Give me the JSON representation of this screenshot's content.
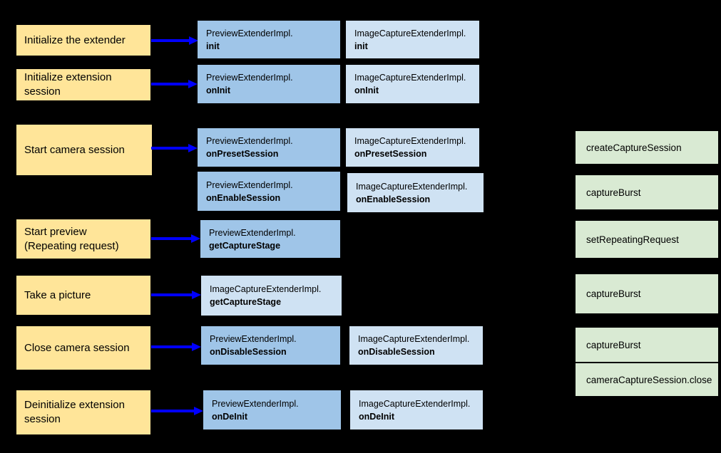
{
  "palette": {
    "background": "#000000",
    "step_bg": "#ffe599",
    "preview_bg": "#9fc5e8",
    "image_capture_bg": "#cfe2f3",
    "camera2_bg": "#d9ead3",
    "arrow": "#0000ff",
    "text": "#000000"
  },
  "steps": [
    {
      "label": "Initialize the extender"
    },
    {
      "label": "Initialize extension\nsession"
    },
    {
      "label": "Start camera session"
    },
    {
      "label": "Start preview\n(Repeating request)"
    },
    {
      "label": "Take a picture"
    },
    {
      "label": "Close camera session"
    },
    {
      "label": "Deinitialize extension\nsession"
    }
  ],
  "preview_calls": [
    {
      "class_name": "PreviewExtenderImpl.",
      "method": "init"
    },
    {
      "class_name": "PreviewExtenderImpl.",
      "method": "onInit"
    },
    {
      "class_name": "PreviewExtenderImpl.",
      "method": "onPresetSession"
    },
    {
      "class_name": "PreviewExtenderImpl.",
      "method": "onEnableSession"
    },
    {
      "class_name": "PreviewExtenderImpl.",
      "method": "getCaptureStage"
    },
    {
      "class_name": "PreviewExtenderImpl.",
      "method": "onDisableSession"
    },
    {
      "class_name": "PreviewExtenderImpl.",
      "method": "onDeInit"
    }
  ],
  "image_capture_calls": [
    {
      "class_name": "ImageCaptureExtenderImpl.",
      "method": "init"
    },
    {
      "class_name": "ImageCaptureExtenderImpl.",
      "method": "onInit"
    },
    {
      "class_name": "ImageCaptureExtenderImpl.",
      "method": "onPresetSession"
    },
    {
      "class_name": "ImageCaptureExtenderImpl.",
      "method": "onEnableSession"
    },
    {
      "class_name": "ImageCaptureExtenderImpl.",
      "method": "getCaptureStage"
    },
    {
      "class_name": "ImageCaptureExtenderImpl.",
      "method": "onDisableSession"
    },
    {
      "class_name": "ImageCaptureExtenderImpl.",
      "method": "onDeInit"
    }
  ],
  "camera2_calls": [
    {
      "label": "createCaptureSession"
    },
    {
      "label": "captureBurst"
    },
    {
      "label": "setRepeatingRequest"
    },
    {
      "label": "captureBurst"
    },
    {
      "label": "captureBurst"
    },
    {
      "label": "cameraCaptureSession.close"
    }
  ]
}
